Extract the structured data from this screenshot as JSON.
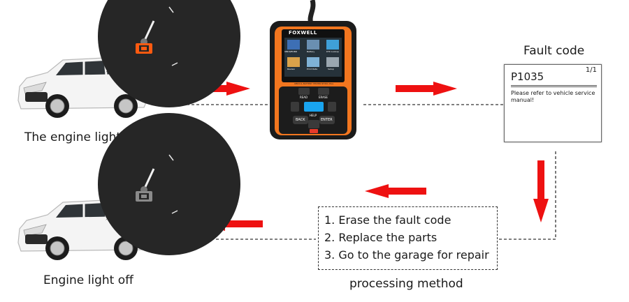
{
  "labels": {
    "top_car": "The engine light comes on",
    "bottom_car": "Engine light off",
    "fault_code_title": "Fault code",
    "processing_method": "processing method"
  },
  "fault_screen": {
    "page": "1/1",
    "code": "P1035",
    "message": "Please refer to vehicle service manual!"
  },
  "processing_steps": [
    "1. Erase the fault code",
    "2. Replace the parts",
    "3. Go to the garage for repair"
  ],
  "scanner": {
    "brand": "FOXWELL",
    "strip_text": "OBDII & BATTERY TESTER NT301 Plus",
    "menu": [
      "OBDII/EOBD",
      "Battery",
      "DTC Lookup",
      "Review",
      "Print Data",
      "Setup"
    ],
    "keys": {
      "read": "READ",
      "erase": "ERASE",
      "back": "BACK",
      "help": "HELP",
      "enter": "ENTER"
    }
  },
  "colors": {
    "arrow": "#ee1111",
    "scanner_orange": "#f2761f",
    "engine_light_on": "#ff5a10",
    "engine_light_off": "#8a8a8a",
    "screen_key": "#19a4ef"
  }
}
